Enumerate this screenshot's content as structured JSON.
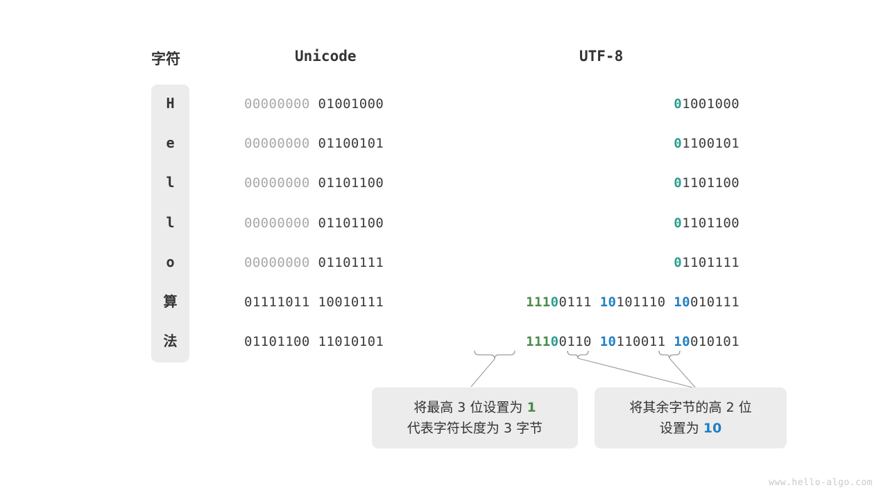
{
  "headers": {
    "character": "字符",
    "unicode": "Unicode",
    "utf8": "UTF-8"
  },
  "rows": [
    {
      "char": "H",
      "is_cjk": false,
      "unicode_high": "00000000",
      "unicode_low": "01001000",
      "utf8_prefix": "0",
      "utf8_prefix_color": "teal",
      "utf8_rest": "1001000",
      "utf8_extra": ""
    },
    {
      "char": "e",
      "is_cjk": false,
      "unicode_high": "00000000",
      "unicode_low": "01100101",
      "utf8_prefix": "0",
      "utf8_prefix_color": "teal",
      "utf8_rest": "1100101",
      "utf8_extra": ""
    },
    {
      "char": "l",
      "is_cjk": false,
      "unicode_high": "00000000",
      "unicode_low": "01101100",
      "utf8_prefix": "0",
      "utf8_prefix_color": "teal",
      "utf8_rest": "1101100",
      "utf8_extra": ""
    },
    {
      "char": "l",
      "is_cjk": false,
      "unicode_high": "00000000",
      "unicode_low": "01101100",
      "utf8_prefix": "0",
      "utf8_prefix_color": "teal",
      "utf8_rest": "1101100",
      "utf8_extra": ""
    },
    {
      "char": "o",
      "is_cjk": false,
      "unicode_high": "00000000",
      "unicode_low": "01101111",
      "utf8_prefix": "0",
      "utf8_prefix_color": "teal",
      "utf8_rest": "1101111",
      "utf8_extra": ""
    },
    {
      "char": "算",
      "is_cjk": true,
      "unicode_high": "01111011",
      "unicode_low": "10010111",
      "utf8_bytes": [
        {
          "green": "111",
          "teal": "0",
          "rest": "0111"
        },
        {
          "blue": "10",
          "rest": "101110"
        },
        {
          "blue": "10",
          "rest": "010111"
        }
      ]
    },
    {
      "char": "法",
      "is_cjk": true,
      "unicode_high": "01101100",
      "unicode_low": "11010101",
      "utf8_bytes": [
        {
          "green": "111",
          "teal": "0",
          "rest": "0110"
        },
        {
          "blue": "10",
          "rest": "110011"
        },
        {
          "blue": "10",
          "rest": "010101"
        }
      ]
    }
  ],
  "callouts": [
    {
      "line1_before": "将最高 3 位设置为 ",
      "line1_highlight": "1",
      "line1_highlight_color": "green",
      "line2": "代表字符长度为 3 字节"
    },
    {
      "line1": "将其余字节的高 2 位",
      "line2_before": "设置为 ",
      "line2_highlight": "10",
      "line2_highlight_color": "blue"
    }
  ],
  "watermark": "www.hello-algo.com",
  "colors": {
    "teal": "#2a9d8f",
    "green": "#4a8a4a",
    "blue": "#1f7fc4",
    "dim": "#a9a9a9",
    "text": "#3b3b3b",
    "panel": "#ececec"
  }
}
